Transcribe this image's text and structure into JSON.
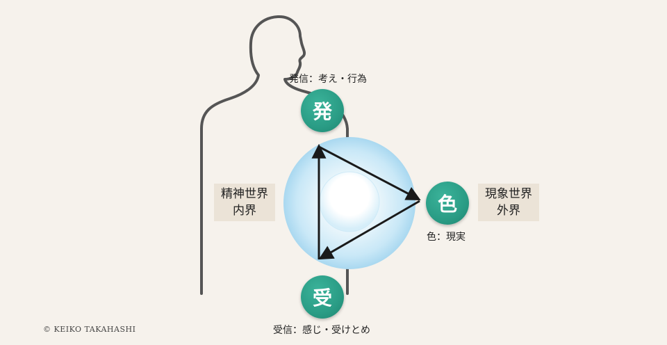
{
  "nodes": {
    "top": {
      "char": "発",
      "label": "発信：考え・行為"
    },
    "right": {
      "char": "色",
      "label": "色：現実"
    },
    "bottom": {
      "char": "受",
      "label": "受信：感じ・受けとめ"
    }
  },
  "boxes": {
    "left": {
      "line1": "精神世界",
      "line2": "内界"
    },
    "right": {
      "line1": "現象世界",
      "line2": "外界"
    }
  },
  "copyright": "© KEIKO TAKAHASHI",
  "colors": {
    "background": "#f6f2ec",
    "badge": "#2a9c85",
    "box": "#ebe3d7",
    "silhouette": "#555555",
    "sphere": "#bfe3f5"
  }
}
